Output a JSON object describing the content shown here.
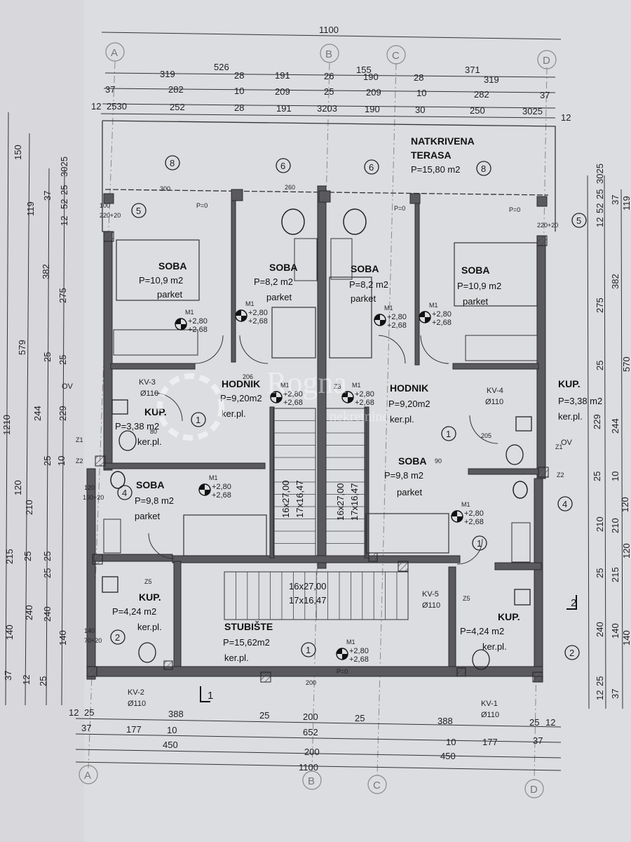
{
  "overall_width_top": "1100",
  "overall_width_bottom": "1100",
  "overall_depth": "1210",
  "axes": {
    "a": "A",
    "b": "B",
    "c": "C",
    "d": "D"
  },
  "dim_top": {
    "r1": [
      "526",
      "155"
    ],
    "r2": [
      "319",
      "28",
      "191",
      "26",
      "190",
      "28",
      "371",
      "319"
    ],
    "r3": [
      "37",
      "282",
      "10",
      "209",
      "25",
      "209",
      "10",
      "282",
      "37"
    ],
    "r4": [
      "12",
      "2530",
      "252",
      "28",
      "191",
      "3203",
      "190",
      "30",
      "250",
      "3025",
      "12"
    ]
  },
  "dim_bottom": {
    "r1": [
      "12",
      "25",
      "388",
      "25",
      "200",
      "25",
      "388",
      "25",
      "12"
    ],
    "r2": [
      "37",
      "177",
      "10",
      "652",
      "10",
      "177",
      "37"
    ],
    "r3": [
      "450",
      "200",
      "450"
    ]
  },
  "dim_left": {
    "r1": [
      "150",
      "119",
      "382",
      "579",
      "244",
      "1210",
      "120",
      "215",
      "140",
      "37"
    ],
    "r2": [
      "37",
      "275",
      "25",
      "229",
      "10",
      "210",
      "25",
      "240",
      "12",
      "25"
    ],
    "r3": [
      "25",
      "52",
      "3025",
      "12",
      "25",
      "25",
      "25",
      "25",
      "240",
      "140"
    ]
  },
  "dim_right": {
    "r1": [
      "25",
      "52",
      "3025",
      "12",
      "275",
      "25",
      "229",
      "25",
      "210",
      "25",
      "240",
      "12",
      "25"
    ],
    "r2": [
      "37",
      "382",
      "244",
      "10",
      "120",
      "210",
      "215",
      "140",
      "37"
    ],
    "r3": [
      "119",
      "570",
      "120",
      "140"
    ]
  },
  "rooms": {
    "terasa": {
      "l1": "NATKRIVENA",
      "l2": "TERASA",
      "area": "P=15,80 m2"
    },
    "soba_nw": {
      "name": "SOBA",
      "area": "P=10,9 m2",
      "floor": "parket"
    },
    "soba_n2": {
      "name": "SOBA",
      "area": "P=8,2 m2",
      "floor": "parket"
    },
    "soba_n3": {
      "name": "SOBA",
      "area": "P=8,2 m2",
      "floor": "parket"
    },
    "soba_ne": {
      "name": "SOBA",
      "area": "P=10,9 m2",
      "floor": "parket"
    },
    "hodnik_l": {
      "name": "HODNIK",
      "area": "P=9,20m2",
      "floor": "ker.pl."
    },
    "hodnik_r": {
      "name": "HODNIK",
      "area": "P=9,20m2",
      "floor": "ker.pl."
    },
    "kup_l": {
      "name": "KUP.",
      "area": "P=3,38 m2",
      "floor": "ker.pl."
    },
    "kup_r": {
      "name": "KUP.",
      "area": "P=3,38 m2",
      "floor": "ker.pl."
    },
    "soba_w": {
      "name": "SOBA",
      "area": "P=9,8 m2",
      "floor": "parket"
    },
    "soba_c": {
      "name": "SOBA",
      "area": "P=9,8 m2",
      "floor": "parket"
    },
    "kup_sw": {
      "name": "KUP.",
      "area": "P=4,24 m2",
      "floor": "ker.pl."
    },
    "kup_se": {
      "name": "KUP.",
      "area": "P=4,24 m2",
      "floor": "ker.pl."
    },
    "stubiste": {
      "name": "STUBIŠTE",
      "area": "P=15,62m2",
      "floor": "ker.pl."
    }
  },
  "stairs": {
    "left": {
      "a": "16x27,00",
      "b": "17x16,47"
    },
    "right": {
      "a": "16x27,00",
      "b": "17x16,47"
    },
    "main": {
      "a": "16x27,00",
      "b": "17x16,47"
    }
  },
  "levels": {
    "top": "+2,80",
    "bottom": "+2,68"
  },
  "mark_m1": "M1",
  "window_marks": [
    "8",
    "6",
    "6",
    "8",
    "5",
    "5",
    "1",
    "1",
    "1",
    "4",
    "4",
    "2",
    "2",
    "1"
  ],
  "labels": {
    "kv1": "KV-1",
    "kv2": "KV-2",
    "kv3": "KV-3",
    "kv4": "KV-4",
    "kv5": "KV-5",
    "o110": "Ø110",
    "ov": "OV",
    "z1": "Z1",
    "z2": "Z2",
    "z3": "Z3",
    "z5": "Z5",
    "p0": "P=0",
    "section": "1",
    "section2": "2"
  },
  "openings": [
    "100",
    "220+20",
    "80",
    "205",
    "90",
    "206",
    "120",
    "150+20",
    "140",
    "70+20",
    "200",
    "260",
    "300"
  ],
  "watermark": {
    "main": "Rogna",
    "sub": "nekretnine"
  },
  "colors": {
    "paper": "#dcdde0",
    "ink": "#1e1e24",
    "wall": "#5a5a5e",
    "axis": "#8a8a8a"
  }
}
